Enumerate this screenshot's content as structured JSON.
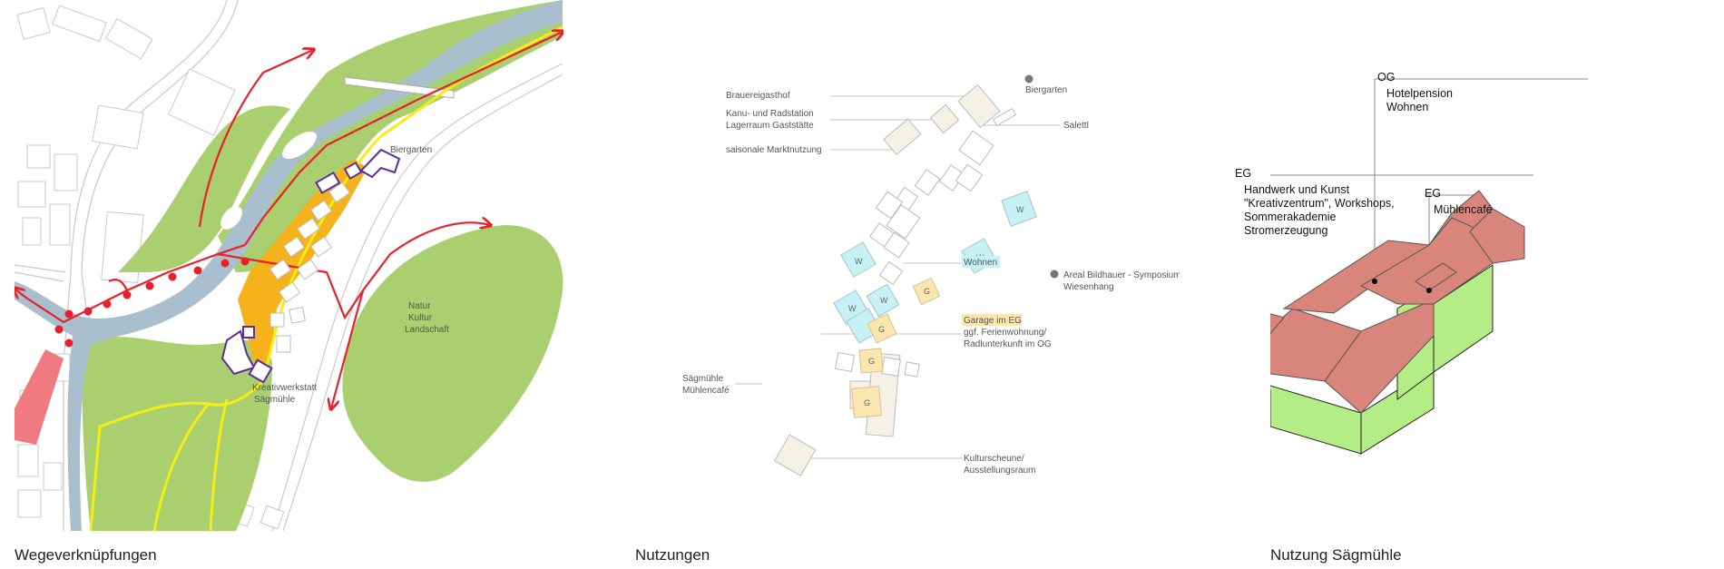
{
  "captions": {
    "left": "Wegeverknüpfungen",
    "middle": "Nutzungen",
    "right": "Nutzung Sägmühle"
  },
  "map": {
    "labels": {
      "biergarten": "Biergarten",
      "natur_1": "Natur",
      "natur_2": "Kultur",
      "natur_3": "Landschaft",
      "kreativ_1": "Kreativwerkstatt",
      "kreativ_2": "Sägmühle"
    },
    "colors": {
      "meadow": "#a9cf6f",
      "river": "#a9bfcd",
      "path_red": "#e8202a",
      "path_yellow": "#f7ec13",
      "plaza_orange": "#f5b21a",
      "building_outline": "#5b2ca0"
    }
  },
  "uses": {
    "labels": {
      "brauereigasthof": "Brauereigasthof",
      "kanu_1": "Kanu- und Radstation",
      "kanu_2": "Lagerraum Gaststätte",
      "markt": "saisonale Marktnutzung",
      "biergarten": "Biergarten",
      "salettl": "Salettl",
      "wohnen": "Wohnen",
      "areal_1": "Areal Bildhauer - Symposium",
      "areal_2": "Wiesenhang",
      "garage_1": "Garage im EG",
      "garage_2": "ggf. Ferienwohnung/",
      "garage_3": "Radlunterkunft im OG",
      "saeg_1": "Sägmühle",
      "saeg_2": "Mühlencafé",
      "kultur_1": "Kulturscheune/",
      "kultur_2": "Ausstellungsraum"
    },
    "markers": {
      "wohnen": "W",
      "garage": "G"
    },
    "colors": {
      "wohnen": "#c8f1f5",
      "garage": "#fbe6b0",
      "other": "#f5f1e6"
    }
  },
  "saegmuehle": {
    "og_tag": "OG",
    "og_1": "Hotelpension",
    "og_2": "Wohnen",
    "eg_tag_left": "EG",
    "eg_left_1": "Handwerk und Kunst",
    "eg_left_2": "\"Kreativzentrum\", Workshops,",
    "eg_left_3": "Sommerakademie",
    "eg_left_4": "Stromerzeugung",
    "eg_tag_right": "EG",
    "eg_right_1": "Mühlencafé",
    "colors": {
      "roof": "#d9857b",
      "walls": "#b4ec86"
    }
  }
}
